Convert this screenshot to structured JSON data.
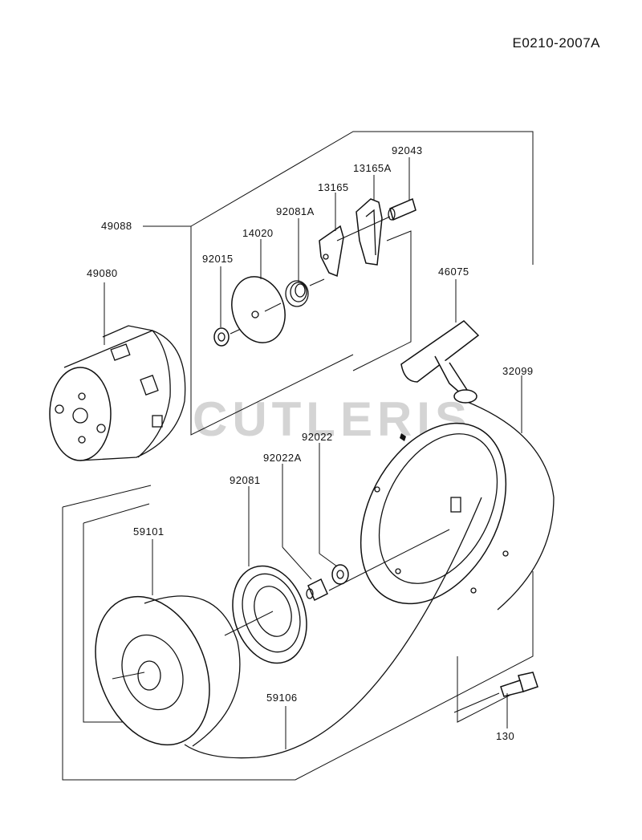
{
  "document": {
    "code": "E0210-2007A",
    "watermark": "CUTLERIS"
  },
  "parts": [
    {
      "id": "p49088",
      "number": "49088"
    },
    {
      "id": "p49080",
      "number": "49080"
    },
    {
      "id": "p92015",
      "number": "92015"
    },
    {
      "id": "p14020",
      "number": "14020"
    },
    {
      "id": "p92081A",
      "number": "92081A"
    },
    {
      "id": "p13165",
      "number": "13165"
    },
    {
      "id": "p13165A",
      "number": "13165A"
    },
    {
      "id": "p92043",
      "number": "92043"
    },
    {
      "id": "p46075",
      "number": "46075"
    },
    {
      "id": "p32099",
      "number": "32099"
    },
    {
      "id": "p92022",
      "number": "92022"
    },
    {
      "id": "p92022A",
      "number": "92022A"
    },
    {
      "id": "p92081",
      "number": "92081"
    },
    {
      "id": "p59101",
      "number": "59101"
    },
    {
      "id": "p59106",
      "number": "59106"
    },
    {
      "id": "p130",
      "number": "130"
    }
  ]
}
